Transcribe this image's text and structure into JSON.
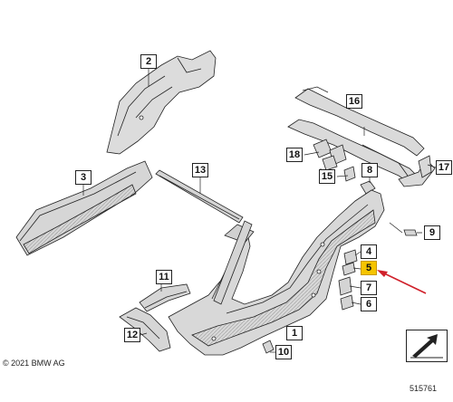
{
  "diagram": {
    "callouts": [
      {
        "id": "2",
        "label": "2"
      },
      {
        "id": "3",
        "label": "3"
      },
      {
        "id": "13",
        "label": "13"
      },
      {
        "id": "16",
        "label": "16"
      },
      {
        "id": "18",
        "label": "18"
      },
      {
        "id": "15",
        "label": "15"
      },
      {
        "id": "8",
        "label": "8"
      },
      {
        "id": "17",
        "label": "17"
      },
      {
        "id": "9",
        "label": "9"
      },
      {
        "id": "4",
        "label": "4"
      },
      {
        "id": "5",
        "label": "5",
        "highlighted": true
      },
      {
        "id": "7",
        "label": "7"
      },
      {
        "id": "6",
        "label": "6"
      },
      {
        "id": "11",
        "label": "11"
      },
      {
        "id": "12",
        "label": "12"
      },
      {
        "id": "1",
        "label": "1"
      },
      {
        "id": "10",
        "label": "10"
      }
    ],
    "highlight_color": "#f5c400",
    "arrow_color": "#d0202a",
    "line_color": "#222222",
    "part_fill": "#d8d8d8"
  },
  "footer": {
    "copyright": "© 2021 BMW AG",
    "diagram_id": "515761",
    "nav_icon": "arrow-icon"
  }
}
